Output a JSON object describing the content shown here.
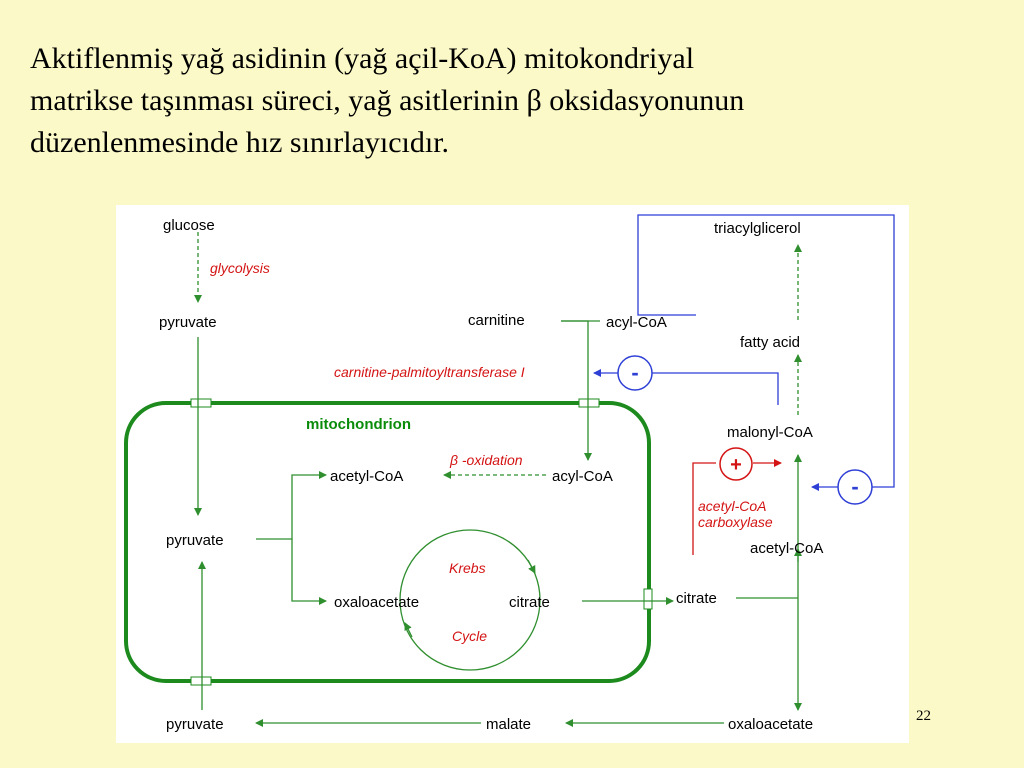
{
  "slide": {
    "text_lines": [
      "Aktiflenmiş yağ asidinin (yağ açil-KoA) mitokondriyal",
      "matrikse taşınması süreci, yağ asitlerinin β oksidasyonunun",
      "düzenlenmesinde hız sınırlayıcıdır."
    ],
    "page_number": "22"
  },
  "diagram": {
    "glucose": "glucose",
    "glycolysis": "glycolysis",
    "pyruvate_top": "pyruvate",
    "carnitine": "carnitine",
    "acyl_coa_out": "acyl-CoA",
    "triacylglicerol": "triacylglicerol",
    "fatty_acid": "fatty acid",
    "cpt1": "carnitine-palmitoyltransferase I",
    "mitochondrion": "mitochondrion",
    "beta_oxidation": "β -oxidation",
    "acetyl_coa_in": "acetyl-CoA",
    "acyl_coa_in": "acyl-CoA",
    "malonyl_coa": "malonyl-CoA",
    "pyruvate_in": "pyruvate",
    "krebs": "Krebs",
    "cycle": "Cycle",
    "oxaloacetate_in": "oxaloacetate",
    "citrate_in": "citrate",
    "citrate_out": "citrate",
    "acetyl_coa_carboxylase_1": "acetyl-CoA",
    "acetyl_coa_carboxylase_2": "carboxylase",
    "acetyl_coa_out": "acetyl-CoA",
    "pyruvate_bottom": "pyruvate",
    "malate": "malate",
    "oxaloacetate_out": "oxaloacetate",
    "minus_sign": "-",
    "plus_sign": "+"
  },
  "colors": {
    "background": "#fbf9c7",
    "membrane": "#1c8a1c",
    "pathway": "#2f8f2f",
    "activator": "#d41414",
    "inhibitor": "#2e3fd6"
  }
}
